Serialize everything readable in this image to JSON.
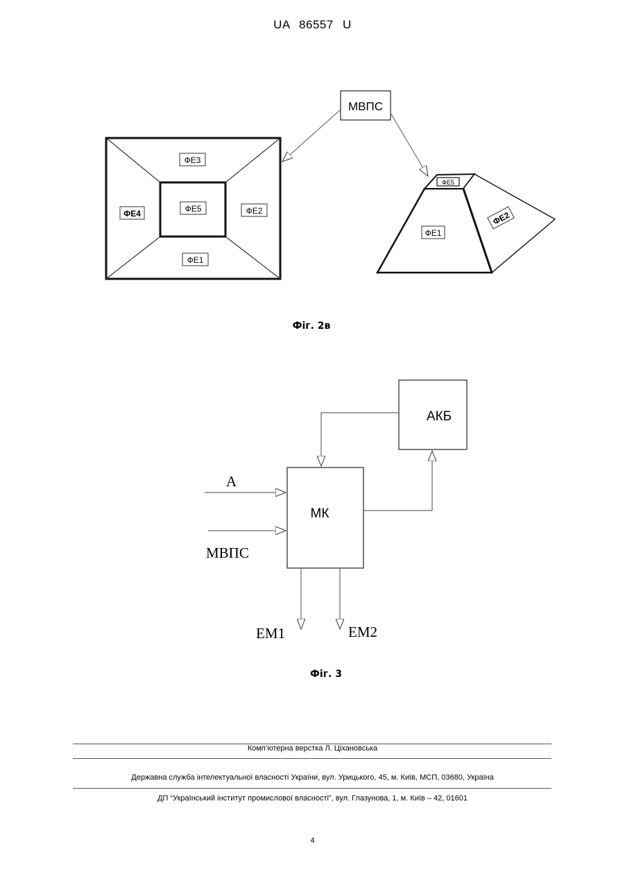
{
  "header": {
    "patent_number": "UA 86557 U"
  },
  "figure_2v": {
    "caption": "Фіг. 2в",
    "top_block": "МВПС",
    "square_labels": {
      "top": "ФЕ3",
      "left": "ФЕ4",
      "center": "ФЕ5",
      "right": "ФЕ2",
      "bottom": "ФЕ1"
    },
    "pyramid_labels": {
      "top": "ФЕ5",
      "front": "ФЕ1",
      "side": "ФЕ2"
    }
  },
  "figure_3": {
    "caption": "Фіг. 3",
    "battery_block": "АКБ",
    "controller_block": "МК",
    "input_a": "А",
    "input_mvps": "МВПС",
    "output_em1": "ЕМ1",
    "output_em2": "ЕМ2"
  },
  "footer": {
    "layout_credit": "Комп’ютерна верстка Л. Ціхановська",
    "agency_address": "Державна служба інтелектуальної власності України, вул. Урицького, 45, м. Київ, МСП, 03680, Україна",
    "institute_address": "ДП “Український інститут промислової власності”, вул. Глазунова, 1, м. Київ – 42, 01601",
    "page_number": "4"
  }
}
